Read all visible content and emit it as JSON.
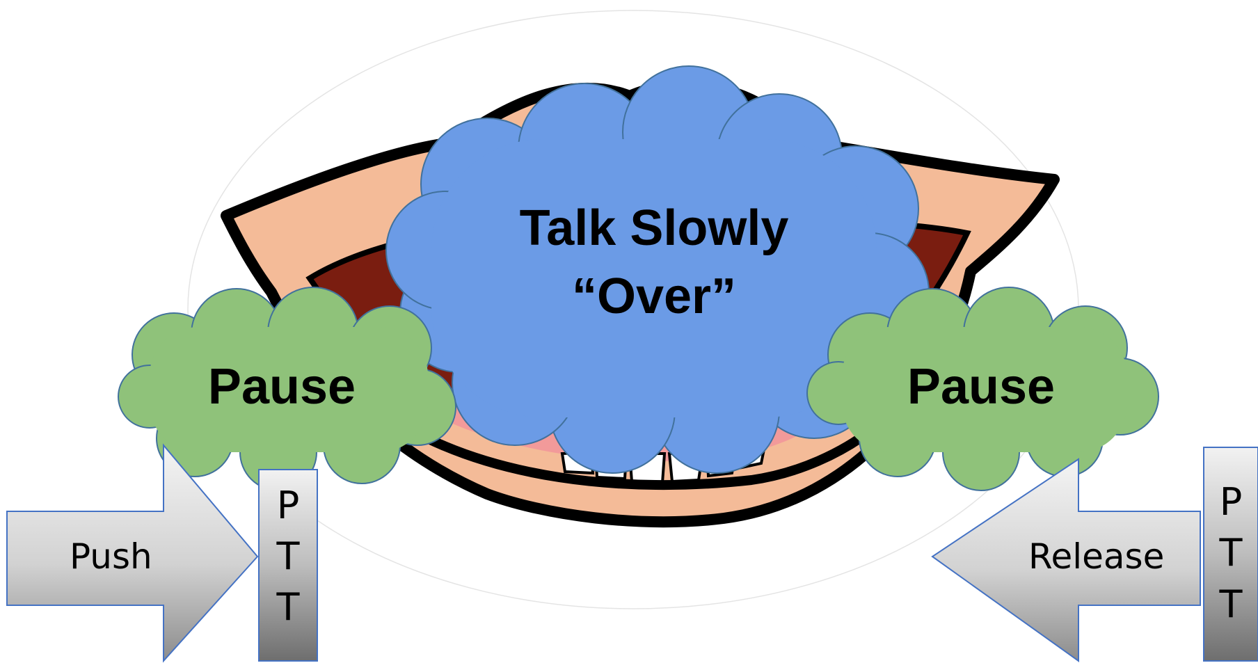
{
  "diagram": {
    "center_cloud": {
      "line1": "Talk Slowly",
      "line2": "“Over”"
    },
    "left_cloud": {
      "label": "Pause"
    },
    "right_cloud": {
      "label": "Pause"
    },
    "left_arrow": {
      "label": "Push"
    },
    "right_arrow": {
      "label": "Release"
    },
    "left_ptt": {
      "letters": [
        "P",
        "T",
        "T"
      ]
    },
    "right_ptt": {
      "letters": [
        "P",
        "T",
        "T"
      ]
    }
  },
  "colors": {
    "blue_cloud": "#6b9be6",
    "green_cloud": "#8fc27a",
    "lip": "#f4bb98",
    "mouth_dark": "#7a1d10",
    "gum": "#f29a9a",
    "outline": "#000000",
    "arrow_light": "#f4f4f4",
    "arrow_dark": "#8c8c8c"
  },
  "icons": [
    "mouth-illustration",
    "speech-cloud",
    "arrow-right",
    "arrow-left"
  ]
}
